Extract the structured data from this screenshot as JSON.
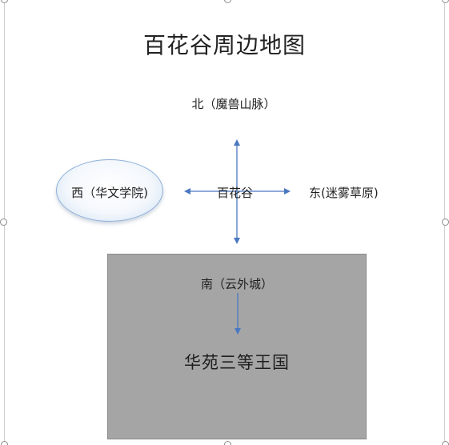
{
  "title": "百花谷周边地图",
  "center": "百花谷",
  "north": "北（魔兽山脉）",
  "east": "东(迷雾草原)",
  "west": "西（华文学院)",
  "south": "南（云外城）",
  "south_destination": "华苑三等王国",
  "colors": {
    "arrow": "#4a78c0",
    "box_fill": "#a5a5a5",
    "ellipse_border": "#8eb0d8"
  }
}
